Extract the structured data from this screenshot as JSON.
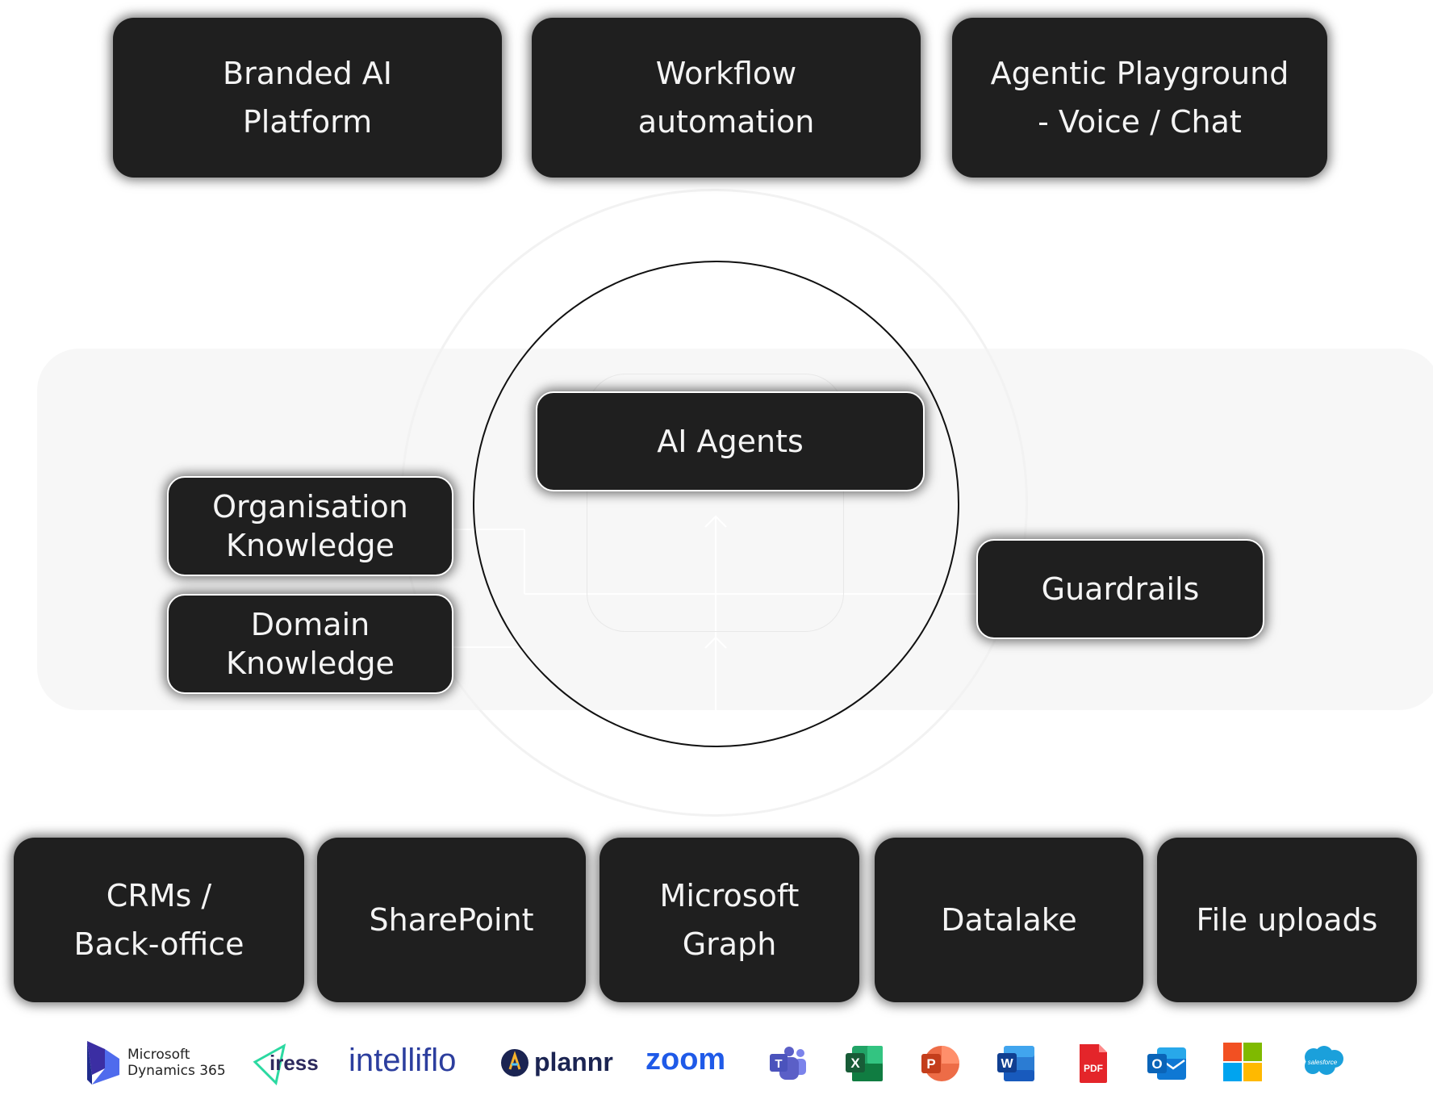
{
  "top_boxes": [
    {
      "line1": "Branded AI",
      "line2": "Platform"
    },
    {
      "line1": "Workflow",
      "line2": "automation"
    },
    {
      "line1": "Agentic Playground",
      "line2": "- Voice / Chat"
    }
  ],
  "center": {
    "ai_agents": "AI Agents",
    "org_knowledge": {
      "line1": "Organisation",
      "line2": "Knowledge"
    },
    "domain_knowledge": {
      "line1": "Domain",
      "line2": "Knowledge"
    },
    "guardrails": "Guardrails"
  },
  "bottom_boxes": [
    {
      "line1": "CRMs /",
      "line2": "Back-office"
    },
    {
      "line1": "SharePoint",
      "line2": ""
    },
    {
      "line1": "Microsoft",
      "line2": "Graph"
    },
    {
      "line1": "Datalake",
      "line2": ""
    },
    {
      "line1": "File uploads",
      "line2": ""
    }
  ],
  "integrations": {
    "dynamics": {
      "line1": "Microsoft",
      "line2": "Dynamics 365",
      "icon": "dynamics-365-icon"
    },
    "iress": {
      "label": "iress",
      "color": "#2bd9a1"
    },
    "intelliflo": {
      "label": "intelliflo",
      "color": "#2c3e9e"
    },
    "plannr": {
      "label": "plannr",
      "color": "#1b2452"
    },
    "zoom": {
      "label": "zoom",
      "color": "#1f5ae8"
    },
    "teams": {
      "letter": "T",
      "icon": "teams-icon",
      "color": "#5b5fc7"
    },
    "excel": {
      "letter": "X",
      "icon": "excel-icon",
      "color": "#107c41"
    },
    "powerpoint": {
      "letter": "P",
      "icon": "powerpoint-icon",
      "color": "#d35230"
    },
    "word": {
      "letter": "W",
      "icon": "word-icon",
      "color": "#185abd"
    },
    "pdf": {
      "label": "PDF",
      "icon": "pdf-icon",
      "color": "#e4252a"
    },
    "outlook": {
      "letter": "O",
      "icon": "outlook-icon",
      "color": "#0f78d4"
    },
    "microsoft": {
      "icon": "microsoft-logo-icon",
      "colors": [
        "#f25022",
        "#7fba00",
        "#00a4ef",
        "#ffb900"
      ]
    },
    "salesforce": {
      "label": "salesforce",
      "icon": "salesforce-icon",
      "color": "#1ba0db"
    }
  }
}
